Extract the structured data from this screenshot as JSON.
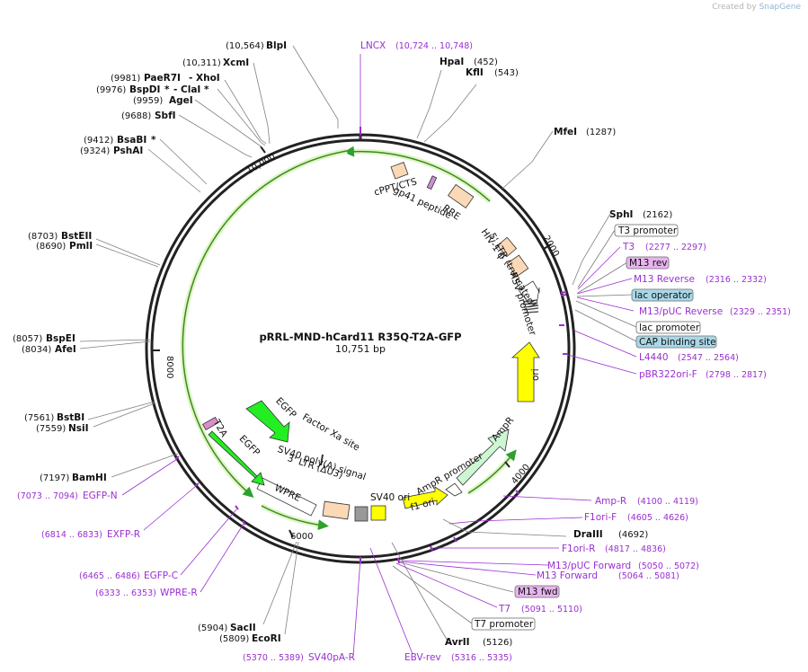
{
  "credit": {
    "prefix": "Created by",
    "brand": "SnapGene"
  },
  "plasmid": {
    "name": "pRRL-MND-hCard11 R35Q-T2A-GFP",
    "length": "10,751 bp",
    "length_bp": 10751
  },
  "ticks": [
    "2000",
    "4000",
    "6000",
    "8000",
    "10,000"
  ],
  "colors": {
    "backbone": "#222222",
    "enzyme": "#111111",
    "primer": "#9a2fd0",
    "feature_line": "#7a7a7a"
  },
  "enzymes": [
    {
      "name": "BlpI",
      "pos": "(10,564)",
      "star": ""
    },
    {
      "name": "XcmI",
      "pos": "(10,311)",
      "star": ""
    },
    {
      "name": "PaeR7I",
      "pos": "(9981)",
      "star": "",
      "extra": "- XhoI"
    },
    {
      "name": "BspDI",
      "pos": "(9976)",
      "star": "*",
      "extra": "- ClaI *"
    },
    {
      "name": "AgeI",
      "pos": "(9959)",
      "star": ""
    },
    {
      "name": "SbfI",
      "pos": "(9688)",
      "star": ""
    },
    {
      "name": "BsaBI",
      "pos": "(9412)",
      "star": "*"
    },
    {
      "name": "PshAI",
      "pos": "(9324)",
      "star": ""
    },
    {
      "name": "BstEII",
      "pos": "(8703)",
      "star": ""
    },
    {
      "name": "PmlI",
      "pos": "(8690)",
      "star": ""
    },
    {
      "name": "BspEI",
      "pos": "(8057)",
      "star": ""
    },
    {
      "name": "AfeI",
      "pos": "(8034)",
      "star": ""
    },
    {
      "name": "BstBI",
      "pos": "(7561)",
      "star": ""
    },
    {
      "name": "NsiI",
      "pos": "(7559)",
      "star": ""
    },
    {
      "name": "BamHI",
      "pos": "(7197)",
      "star": ""
    },
    {
      "name": "SacII",
      "pos": "(5904)",
      "star": ""
    },
    {
      "name": "EcoRI",
      "pos": "(5809)",
      "star": ""
    },
    {
      "name": "HpaI",
      "pos": "(452)",
      "star": ""
    },
    {
      "name": "KflI",
      "pos": "(543)",
      "star": ""
    },
    {
      "name": "MfeI",
      "pos": "(1287)",
      "star": ""
    },
    {
      "name": "SphI",
      "pos": "(2162)",
      "star": ""
    },
    {
      "name": "DraIII",
      "pos": "(4692)",
      "star": ""
    },
    {
      "name": "AvrII",
      "pos": "(5126)",
      "star": ""
    }
  ],
  "primers": [
    {
      "name": "LNCX",
      "range": "(10,724 .. 10,748)"
    },
    {
      "name": "T3",
      "range": "(2277 .. 2297)"
    },
    {
      "name": "M13 Reverse",
      "range": "(2316 .. 2332)"
    },
    {
      "name": "M13/pUC Reverse",
      "range": "(2329 .. 2351)"
    },
    {
      "name": "L4440",
      "range": "(2547 .. 2564)"
    },
    {
      "name": "pBR322ori-F",
      "range": "(2798 .. 2817)"
    },
    {
      "name": "Amp-R",
      "range": "(4100 .. 4119)"
    },
    {
      "name": "F1ori-F",
      "range": "(4605 .. 4626)"
    },
    {
      "name": "F1ori-R",
      "range": "(4817 .. 4836)"
    },
    {
      "name": "M13/pUC Forward",
      "range": "(5050 .. 5072)"
    },
    {
      "name": "M13 Forward",
      "range": "(5064 .. 5081)"
    },
    {
      "name": "T7",
      "range": "(5091 .. 5110)"
    },
    {
      "name": "EBV-rev",
      "range": "(5316 .. 5335)"
    },
    {
      "name": "SV40pA-R",
      "range": "(5370 .. 5389)"
    },
    {
      "name": "EGFP-N",
      "range": "(7073 .. 7094)"
    },
    {
      "name": "EXFP-R",
      "range": "(6814 .. 6833)"
    },
    {
      "name": "EGFP-C",
      "range": "(6465 .. 6486)"
    },
    {
      "name": "WPRE-R",
      "range": "(6333 .. 6353)"
    }
  ],
  "boxed_labels": [
    {
      "name": "T3 promoter",
      "color": "#ffffff"
    },
    {
      "name": "M13 rev",
      "color": "#e8b3f0"
    },
    {
      "name": "lac operator",
      "color": "#a8d8e8"
    },
    {
      "name": "lac promoter",
      "color": "#ffffff"
    },
    {
      "name": "CAP binding site",
      "color": "#a8d8e8"
    },
    {
      "name": "M13 fwd",
      "color": "#e8b3f0"
    },
    {
      "name": "T7 promoter",
      "color": "#ffffff"
    }
  ],
  "inner_labels": [
    "cPPT/CTS",
    "gp41 peptide",
    "RRE",
    "HIV-1 ψ",
    "5' LTR (truncated)",
    "RSV promoter",
    "ori",
    "AmpR",
    "AmpR promoter",
    "f1 ori",
    "SV40 ori",
    "SV40 poly(A) signal",
    "3' LTR (ΔU3)",
    "WPRE",
    "EGFP",
    "T2A",
    "EGFP",
    "Factor Xa site"
  ]
}
